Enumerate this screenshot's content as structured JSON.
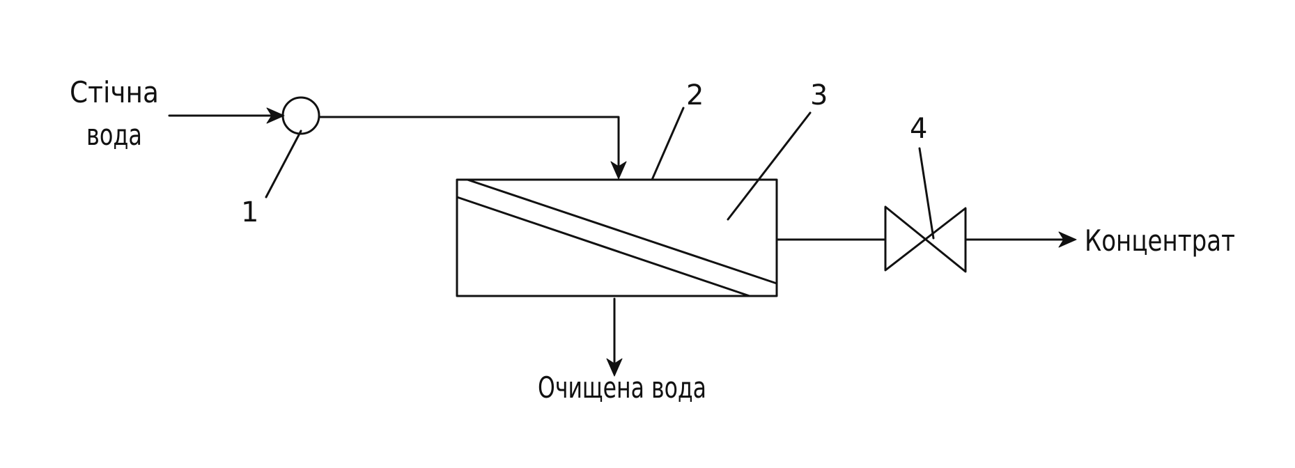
{
  "labels": {
    "inlet_line1": "Стічна",
    "inlet_line2": "вода",
    "purified": "Очищена вода",
    "concentrate": "Концентрат"
  },
  "callouts": {
    "pump": "1",
    "membrane_unit": "2",
    "membrane": "3",
    "valve": "4"
  }
}
